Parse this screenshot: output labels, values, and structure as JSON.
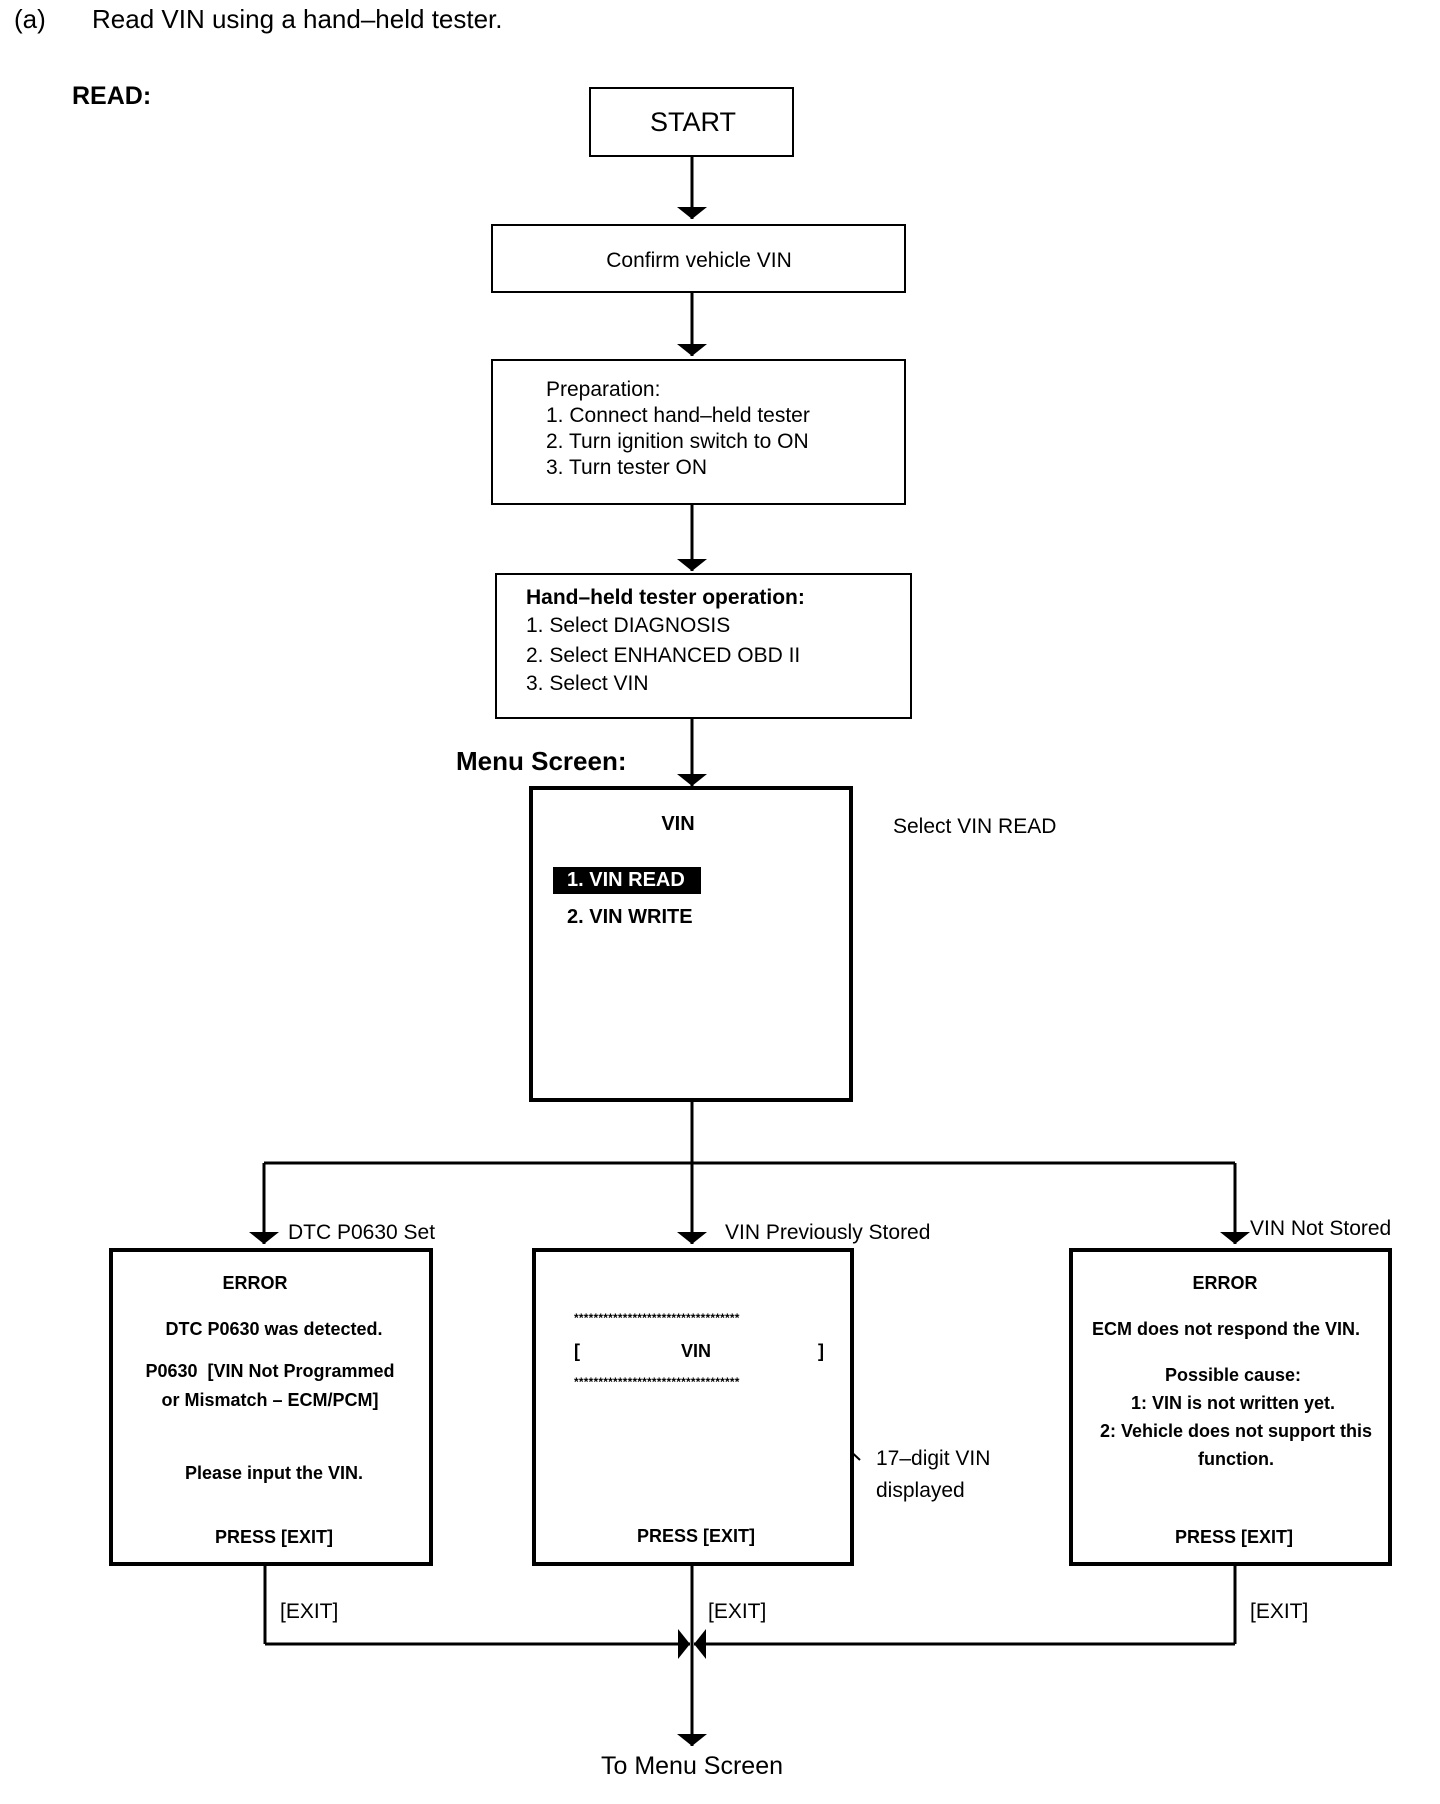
{
  "heading": {
    "label": "(a)",
    "text": "Read VIN using a hand–held tester."
  },
  "section_label": "READ:",
  "menu_screen_label": "Menu Screen:",
  "start": "START",
  "confirm": "Confirm vehicle VIN",
  "preparation": {
    "title": "Preparation:",
    "steps": [
      "1. Connect hand–held tester",
      "2. Turn ignition switch to ON",
      "3. Turn tester ON"
    ]
  },
  "operation": {
    "title": "Hand–held tester operation:",
    "steps": [
      "1. Select DIAGNOSIS",
      "2. Select ENHANCED OBD II",
      "3. Select VIN"
    ]
  },
  "menu": {
    "title": "VIN",
    "items": [
      "1. VIN READ",
      "2. VIN WRITE"
    ],
    "callout": "Select VIN READ"
  },
  "branches": [
    {
      "label": "DTC P0630 Set",
      "title": "ERROR",
      "lines": [
        "DTC P0630 was detected.",
        "P0630  [VIN Not Programmed",
        "or Mismatch – ECM/PCM]",
        "Please input the VIN."
      ],
      "footer": "PRESS [EXIT]"
    },
    {
      "label": "VIN Previously Stored",
      "stars": "**********************************",
      "left_bracket": "[",
      "vin": "VIN",
      "right_bracket": "]",
      "callout": [
        "17–digit VIN",
        "displayed"
      ],
      "footer": "PRESS [EXIT]"
    },
    {
      "label": "VIN Not Stored",
      "title": "ERROR",
      "lines": [
        "ECM does not respond the VIN.",
        "Possible cause:",
        "1: VIN is not written yet.",
        "2: Vehicle does not support this",
        "function."
      ],
      "footer": "PRESS [EXIT]"
    }
  ],
  "exit_label": "[EXIT]",
  "end": "To Menu Screen"
}
